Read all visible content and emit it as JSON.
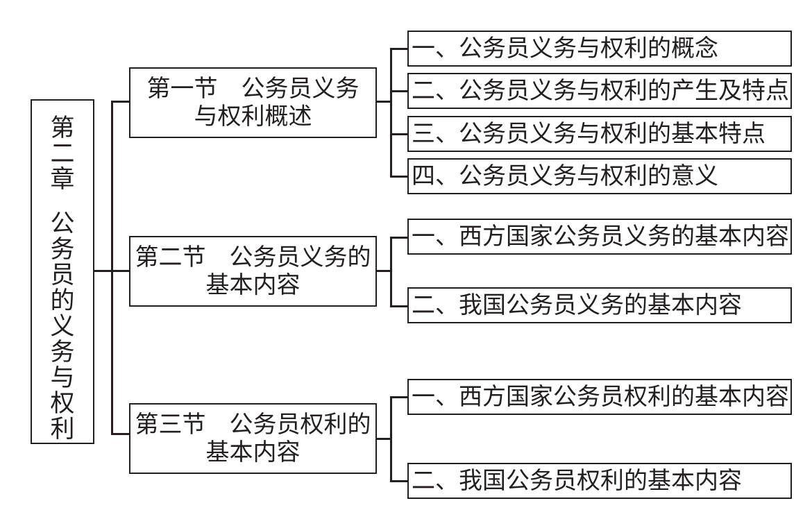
{
  "chapter": {
    "number_label": "第二章",
    "title": "公务员的义务与权利"
  },
  "sections": [
    {
      "title_line1": "第一节　公务员义务",
      "title_line2": "与权利概述",
      "items": [
        "一、公务员义务与权利的概念",
        "二、公务员义务与权利的产生及特点",
        "三、公务员义务与权利的基本特点",
        "四、公务员义务与权利的意义"
      ]
    },
    {
      "title_line1": "第二节　公务员义务的",
      "title_line2": "基本内容",
      "items": [
        "一、西方国家公务员义务的基本内容",
        "二、我国公务员义务的基本内容"
      ]
    },
    {
      "title_line1": "第三节　公务员权利的",
      "title_line2": "基本内容",
      "items": [
        "一、西方国家公务员权利的基本内容",
        "二、我国公务员权利的基本内容"
      ]
    }
  ]
}
